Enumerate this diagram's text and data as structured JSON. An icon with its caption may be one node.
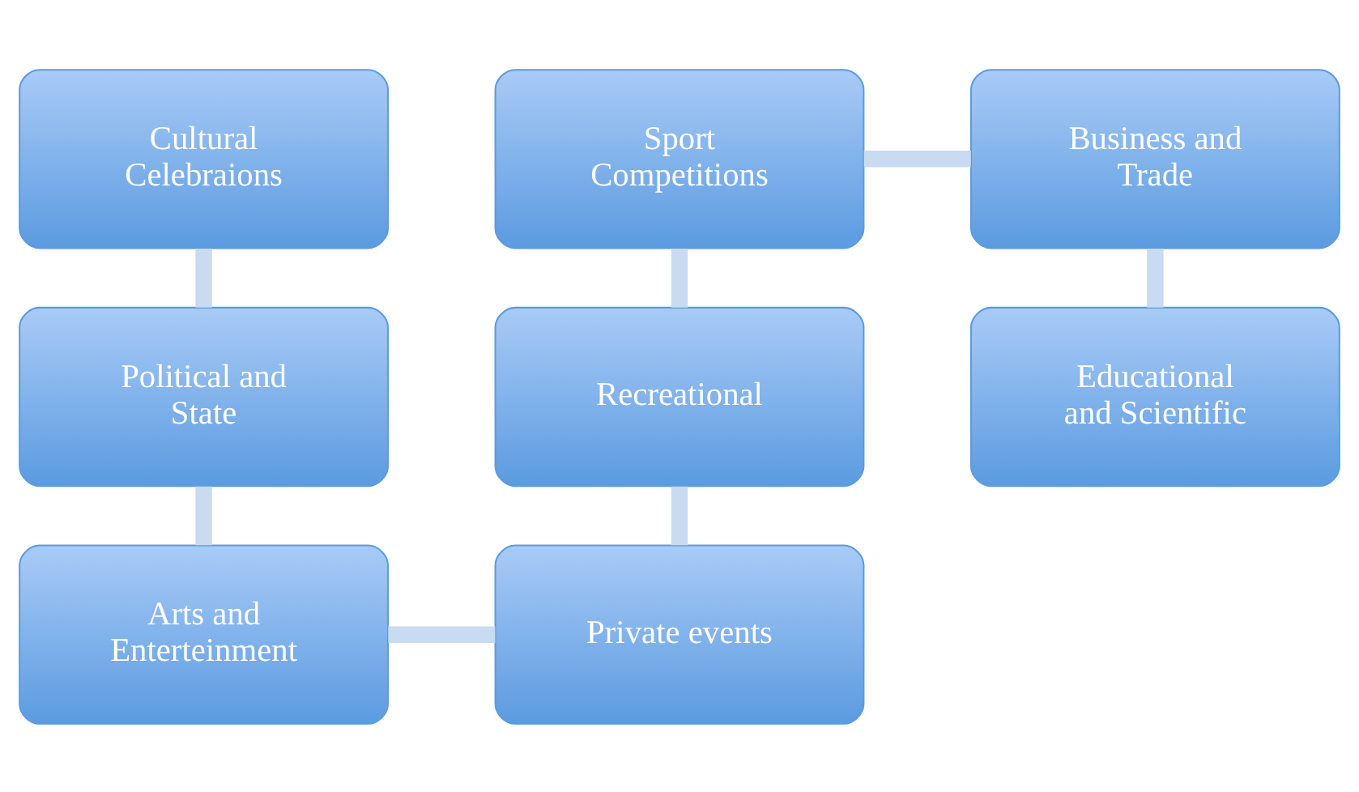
{
  "diagram": {
    "nodes": [
      {
        "text": [
          "Cultural Celebraions"
        ]
      },
      {
        "text": [
          "Political and State"
        ]
      },
      {
        "text": [
          "Arts and Enterteinment"
        ]
      },
      {
        "text": [
          "Private events"
        ]
      },
      {
        "text": [
          "Recreational"
        ]
      },
      {
        "text": [
          "Sport Competitions"
        ]
      },
      {
        "text": [
          "Business and Trade"
        ]
      },
      {
        "text": [
          "Educational and Scientific"
        ]
      }
    ],
    "edges": [
      {
        "from": 0,
        "to": 1,
        "arrow": "none"
      },
      {
        "from": 1,
        "to": 2,
        "arrow": "none"
      },
      {
        "from": 2,
        "to": 3,
        "arrow": "none"
      },
      {
        "from": 3,
        "to": 4,
        "arrow": "none"
      },
      {
        "from": 4,
        "to": 5,
        "arrow": "none"
      },
      {
        "from": 5,
        "to": 6,
        "arrow": "none"
      },
      {
        "from": 6,
        "to": 7,
        "arrow": "none"
      }
    ]
  }
}
